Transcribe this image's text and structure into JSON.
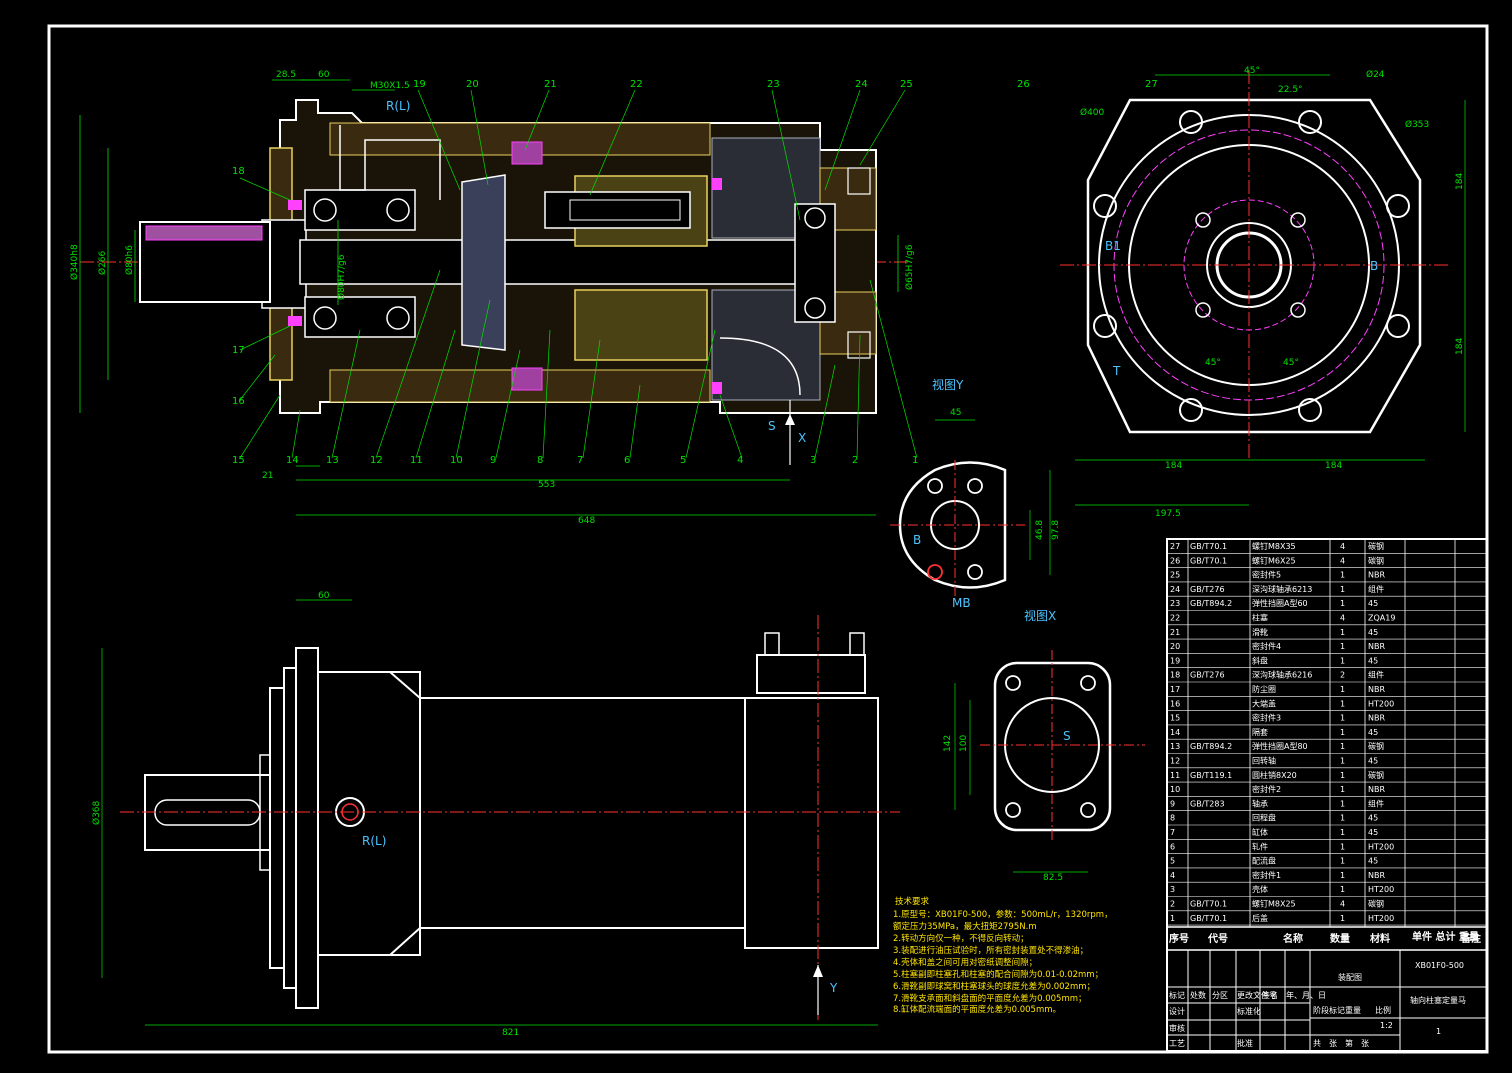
{
  "colors": {
    "background": "#000000",
    "outline": "#ffffff",
    "dimension": "#00e000",
    "centerline": "#ff3030",
    "hatch": "#e8d060",
    "seal": "#ff40ff",
    "text_cyan": "#4cc3ff",
    "notes": "#ffe400"
  },
  "section_view": {
    "dims_top": [
      "28.5",
      "60",
      "M30X1.5"
    ],
    "label_RL": "R(L)",
    "dims_left": [
      "Ø340h8",
      "Ø266",
      "Ø80h6"
    ],
    "dims_inner": [
      "Ø80H7/g6",
      "Ø65H7/g6"
    ],
    "dims_bottom": [
      "21",
      "553",
      "648"
    ],
    "part_numbers_top": [
      "19",
      "20",
      "21",
      "22",
      "23",
      "24",
      "25"
    ],
    "part_numbers_left": [
      "18",
      "17",
      "16",
      "15",
      "14",
      "13"
    ],
    "part_numbers_bottom": [
      "12",
      "11",
      "10",
      "9",
      "8",
      "7",
      "6",
      "5",
      "4",
      "3",
      "2",
      "1"
    ],
    "port_labels": [
      "S",
      "X"
    ]
  },
  "end_view": {
    "part_numbers": [
      "26",
      "27"
    ],
    "angle_labels": [
      "45°",
      "22.5°",
      "45°",
      "45°"
    ],
    "dims": [
      "Ø24",
      "Ø400",
      "Ø353",
      "184",
      "184",
      "184",
      "184",
      "197.5"
    ],
    "port_labels": [
      "B1",
      "B",
      "T"
    ]
  },
  "view_y": {
    "title": "视图Y",
    "dims": [
      "45",
      "46.8",
      "97.8"
    ],
    "labels": [
      "B",
      "MB"
    ]
  },
  "view_x": {
    "title": "视图X",
    "dims": [
      "142",
      "100",
      "82.5"
    ],
    "labels": [
      "S"
    ]
  },
  "side_view": {
    "dims": [
      "60",
      "Ø368",
      "821"
    ],
    "labels": [
      "R(L)",
      "Y"
    ]
  },
  "tech_requirements": {
    "title": "技术要求",
    "items": [
      "1.原型号：XB01F0-500，参数：500mL/r，1320rpm，",
      "额定压力35MPa，最大扭矩2795N.m",
      "2.转动方向仅一种，不得反向转动；",
      "3.装配进行油压试验时，所有密封装置处不得渗油；",
      "4.壳体和盖之间可用对密纸调整间隙；",
      "5.柱塞副即柱塞孔和柱塞的配合间隙为0.01-0.02mm；",
      "6.滑靴副即球窝和柱塞球头的球度允差为0.002mm；",
      "7.滑靴支承面和斜盘面的平面度允差为0.005mm；",
      "8.缸体配流端面的平面度允差为0.005mm。"
    ]
  },
  "parts_list": {
    "rows": [
      {
        "no": "27",
        "code": "GB/T70.1",
        "name": "螺钉M8X35",
        "qty": "4",
        "material": "碳钢"
      },
      {
        "no": "26",
        "code": "GB/T70.1",
        "name": "螺钉M6X25",
        "qty": "4",
        "material": "碳钢"
      },
      {
        "no": "25",
        "code": "",
        "name": "密封件5",
        "qty": "1",
        "material": "NBR"
      },
      {
        "no": "24",
        "code": "GB/T276",
        "name": "深沟球轴承6213",
        "qty": "1",
        "material": "组件"
      },
      {
        "no": "23",
        "code": "GB/T894.2",
        "name": "弹性挡圈A型60",
        "qty": "1",
        "material": "45"
      },
      {
        "no": "22",
        "code": "",
        "name": "柱塞",
        "qty": "4",
        "material": "ZQA19"
      },
      {
        "no": "21",
        "code": "",
        "name": "滑靴",
        "qty": "1",
        "material": "45"
      },
      {
        "no": "20",
        "code": "",
        "name": "密封件4",
        "qty": "1",
        "material": "NBR"
      },
      {
        "no": "19",
        "code": "",
        "name": "斜盘",
        "qty": "1",
        "material": "45"
      },
      {
        "no": "18",
        "code": "GB/T276",
        "name": "深沟球轴承6216",
        "qty": "2",
        "material": "组件"
      },
      {
        "no": "17",
        "code": "",
        "name": "防尘圈",
        "qty": "1",
        "material": "NBR"
      },
      {
        "no": "16",
        "code": "",
        "name": "大端盖",
        "qty": "1",
        "material": "HT200"
      },
      {
        "no": "15",
        "code": "",
        "name": "密封件3",
        "qty": "1",
        "material": "NBR"
      },
      {
        "no": "14",
        "code": "",
        "name": "隔套",
        "qty": "1",
        "material": "45"
      },
      {
        "no": "13",
        "code": "GB/T894.2",
        "name": "弹性挡圈A型80",
        "qty": "1",
        "material": "碳钢"
      },
      {
        "no": "12",
        "code": "",
        "name": "回转轴",
        "qty": "1",
        "material": "45"
      },
      {
        "no": "11",
        "code": "GB/T119.1",
        "name": "圆柱销8X20",
        "qty": "1",
        "material": "碳钢"
      },
      {
        "no": "10",
        "code": "",
        "name": "密封件2",
        "qty": "1",
        "material": "NBR"
      },
      {
        "no": "9",
        "code": "GB/T283",
        "name": "轴承",
        "qty": "1",
        "material": "组件"
      },
      {
        "no": "8",
        "code": "",
        "name": "回程盘",
        "qty": "1",
        "material": "45"
      },
      {
        "no": "7",
        "code": "",
        "name": "缸体",
        "qty": "1",
        "material": "45"
      },
      {
        "no": "6",
        "code": "",
        "name": "轧件",
        "qty": "1",
        "material": "HT200"
      },
      {
        "no": "5",
        "code": "",
        "name": "配流盘",
        "qty": "1",
        "material": "45"
      },
      {
        "no": "4",
        "code": "",
        "name": "密封件1",
        "qty": "1",
        "material": "NBR"
      },
      {
        "no": "3",
        "code": "",
        "name": "壳体",
        "qty": "1",
        "material": "HT200"
      },
      {
        "no": "2",
        "code": "GB/T70.1",
        "name": "螺钉M8X25",
        "qty": "4",
        "material": "碳钢"
      },
      {
        "no": "1",
        "code": "GB/T70.1",
        "name": "后盖",
        "qty": "1",
        "material": "HT200"
      }
    ],
    "header": [
      "序号",
      "代号",
      "名称",
      "数量",
      "材料",
      "单件 总计 重量",
      "备注"
    ]
  },
  "title_block": {
    "assembly": "装配图",
    "model": "XB01F0-500",
    "drawing_name": "轴向柱塞定量马",
    "scale": "1:2",
    "sheet": "1",
    "labels": [
      "标记",
      "处数",
      "分区",
      "更改文件号",
      "签名",
      "年、月、日",
      "设计",
      "标准化",
      "阶段标记",
      "重量",
      "比例",
      "审核",
      "工艺",
      "批准",
      "共　张　第　张"
    ]
  }
}
